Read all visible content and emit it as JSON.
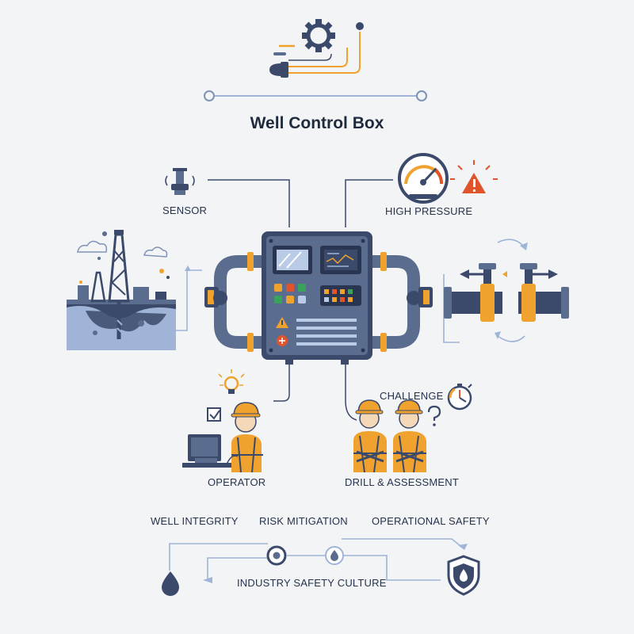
{
  "title": "Well Control Box",
  "labels": {
    "sensor": "SENSOR",
    "high_pressure": "HIGH PRESSURE",
    "challenge": "CHALLENGE",
    "operator": "OPERATOR",
    "drill_assessment": "DRILL & ASSESSMENT",
    "well_integrity": "WELL INTEGRITY",
    "risk_mitigation": "RISK MITIGATION",
    "operational_safety": "OPERATIONAL SAFETY",
    "industry_safety_culture": "INDUSTRY SAFETY CULTURE"
  },
  "icons": {
    "gear": "gear-icon",
    "sensor": "sensor-icon",
    "gauge": "pressure-gauge-icon",
    "warning": "warning-icon",
    "oil_rig": "oil-rig-icon",
    "valves": "pipe-valve-icon",
    "operator": "operator-worker-icon",
    "workers": "drill-workers-icon",
    "lightbulb": "lightbulb-icon",
    "checkbox": "checkbox-icon",
    "stopwatch": "stopwatch-icon",
    "question": "question-mark-icon",
    "drop": "oil-drop-icon",
    "shield": "shield-drop-icon"
  },
  "colors": {
    "navy": "#3b4a6b",
    "steel": "#5a6d8f",
    "orange": "#f0a22e",
    "red": "#e0542c",
    "blue_line": "#9fb4d6",
    "background": "#f3f4f6"
  }
}
